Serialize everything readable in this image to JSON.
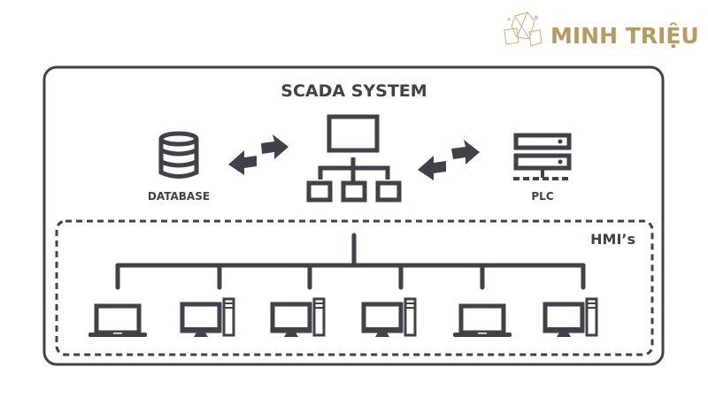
{
  "brand": {
    "name": "MINH TRIỆU",
    "logo_icon": "crystal-gem-icon",
    "color": "#b69a62"
  },
  "diagram": {
    "title": "SCADA SYSTEM",
    "colors": {
      "stroke": "#3f4249",
      "background": "#ffffff"
    },
    "nodes": {
      "database": {
        "label": "DATABASE",
        "icon": "database-icon"
      },
      "scada": {
        "label": "",
        "icon": "network-hierarchy-icon"
      },
      "plc": {
        "label": "PLC",
        "icon": "server-rack-icon"
      }
    },
    "links": [
      {
        "from": "database",
        "to": "scada",
        "type": "bidirectional"
      },
      {
        "from": "scada",
        "to": "plc",
        "type": "bidirectional"
      }
    ],
    "hmi_group": {
      "label": "HMI’s",
      "devices": [
        {
          "type": "laptop",
          "icon": "laptop-icon"
        },
        {
          "type": "desktop",
          "icon": "desktop-computer-icon"
        },
        {
          "type": "desktop",
          "icon": "desktop-computer-icon"
        },
        {
          "type": "desktop",
          "icon": "desktop-computer-icon"
        },
        {
          "type": "laptop",
          "icon": "laptop-icon"
        },
        {
          "type": "desktop",
          "icon": "desktop-computer-icon"
        }
      ]
    }
  }
}
